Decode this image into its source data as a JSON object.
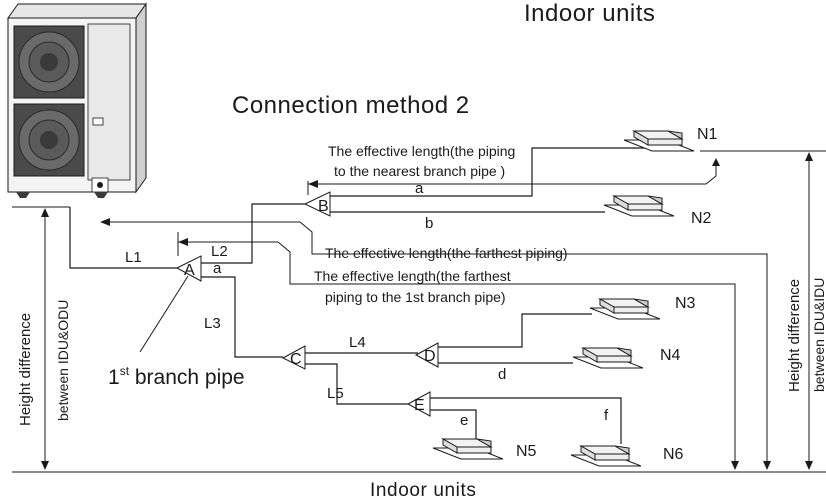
{
  "titles": {
    "top_right": "Indoor units",
    "method": "Connection method 2",
    "bottom": "Indoor units"
  },
  "annotations": {
    "nearest_line1": "The effective length(the piping",
    "nearest_line2": "to the nearest branch pipe )",
    "farthest": "The effective length(the farthest piping)",
    "farthest_1st_line1": "The effective length(the farthest",
    "farthest_1st_line2": "piping to the 1st branch pipe)",
    "first_branch_main": "1",
    "first_branch_sup": "st",
    "first_branch_rest": " branch pipe",
    "height_left_line1": "Height difference",
    "height_left_line2": "between IDU&ODU",
    "height_right_line1": "Height difference",
    "height_right_line2": "between IDU&IDU"
  },
  "branches": [
    "A",
    "B",
    "C",
    "D",
    "E"
  ],
  "indoor_units": [
    "N1",
    "N2",
    "N3",
    "N4",
    "N5",
    "N6"
  ],
  "segments": {
    "L1": "L1",
    "L2": "L2",
    "L3": "L3",
    "L4": "L4",
    "L5": "L5",
    "a_top": "a",
    "a_branch": "a",
    "b": "b",
    "d": "d",
    "e": "e",
    "f": "f"
  },
  "colors": {
    "line": "#1a1a1a",
    "background": "#ffffff",
    "unit_body": "#f2f2f2"
  }
}
